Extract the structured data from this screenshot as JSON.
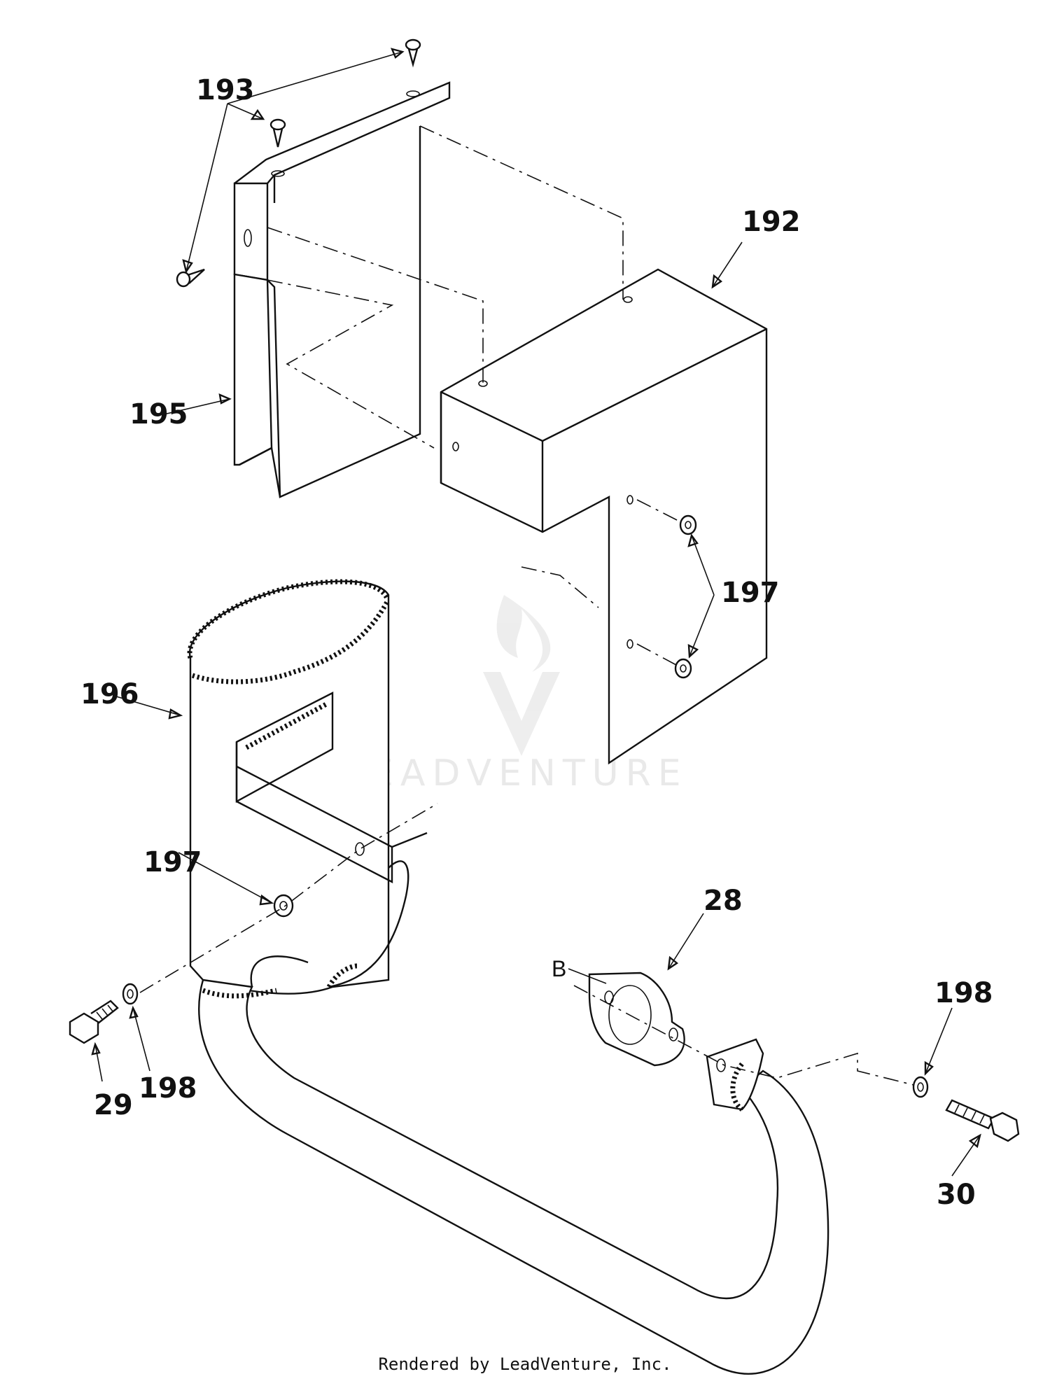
{
  "callouts": {
    "c193": "193",
    "c192": "192",
    "c195": "195",
    "c197a": "197",
    "c196": "196",
    "c197b": "197",
    "c28": "28",
    "cB": "B",
    "c198a": "198",
    "c198b": "198",
    "c29": "29",
    "c30": "30"
  },
  "watermark": "LEADVENTURE",
  "footer": "Rendered by LeadVenture, Inc."
}
